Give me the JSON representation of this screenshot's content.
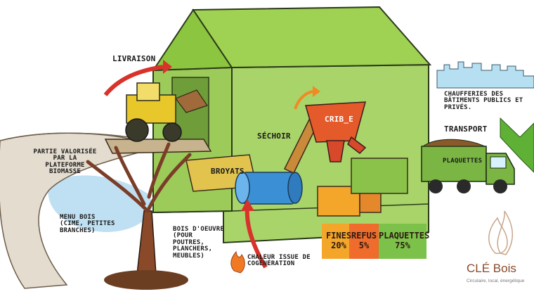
{
  "labels": {
    "livraison": "LIVRAISON",
    "partie_valorisee": "PARTIE VALORISÉE PAR LA PLATEFORME BIOMASSE",
    "menu_bois": "MENU BOIS (CIME, PETITES BRANCHES)",
    "bois_oeuvre": "BOIS D'OEUVRE (POUR POUTRES, PLANCHERS, MEUBLES)",
    "sechoir": "SÉCHOIR",
    "broyats": "BROYATS",
    "crible": "CRIB_E",
    "chaleur": "CHALEUR ISSUE DE COGÉNÉRATION",
    "chaufferies": "CHAUFFERIES DES BÂTIMENTS PUBLICS ET PRIVÉS.",
    "transport": "TRANSPORT",
    "plaquettes_truck": "PLAQUETTES"
  },
  "outputs": [
    {
      "label": "FINES",
      "percent": "20%",
      "color": "#f3a62a"
    },
    {
      "label": "REFUS",
      "percent": "5%",
      "color": "#ef6c2c"
    },
    {
      "label": "PLAQUETTES",
      "percent": "75%",
      "color": "#7cc24a"
    }
  ],
  "logo": {
    "name": "CLÉ Bois",
    "tagline": "Circulaire, local, énergétique"
  },
  "colors": {
    "building": "#a9d46a",
    "roof": "#8cc53f",
    "path": "#e3dccf",
    "water": "#bfe0f3",
    "truck": "#7bb644",
    "tractor": "#e7c72a",
    "arrow_red": "#d8322a",
    "arrow_green": "#5fb135",
    "arrow_orange": "#f08a24"
  }
}
